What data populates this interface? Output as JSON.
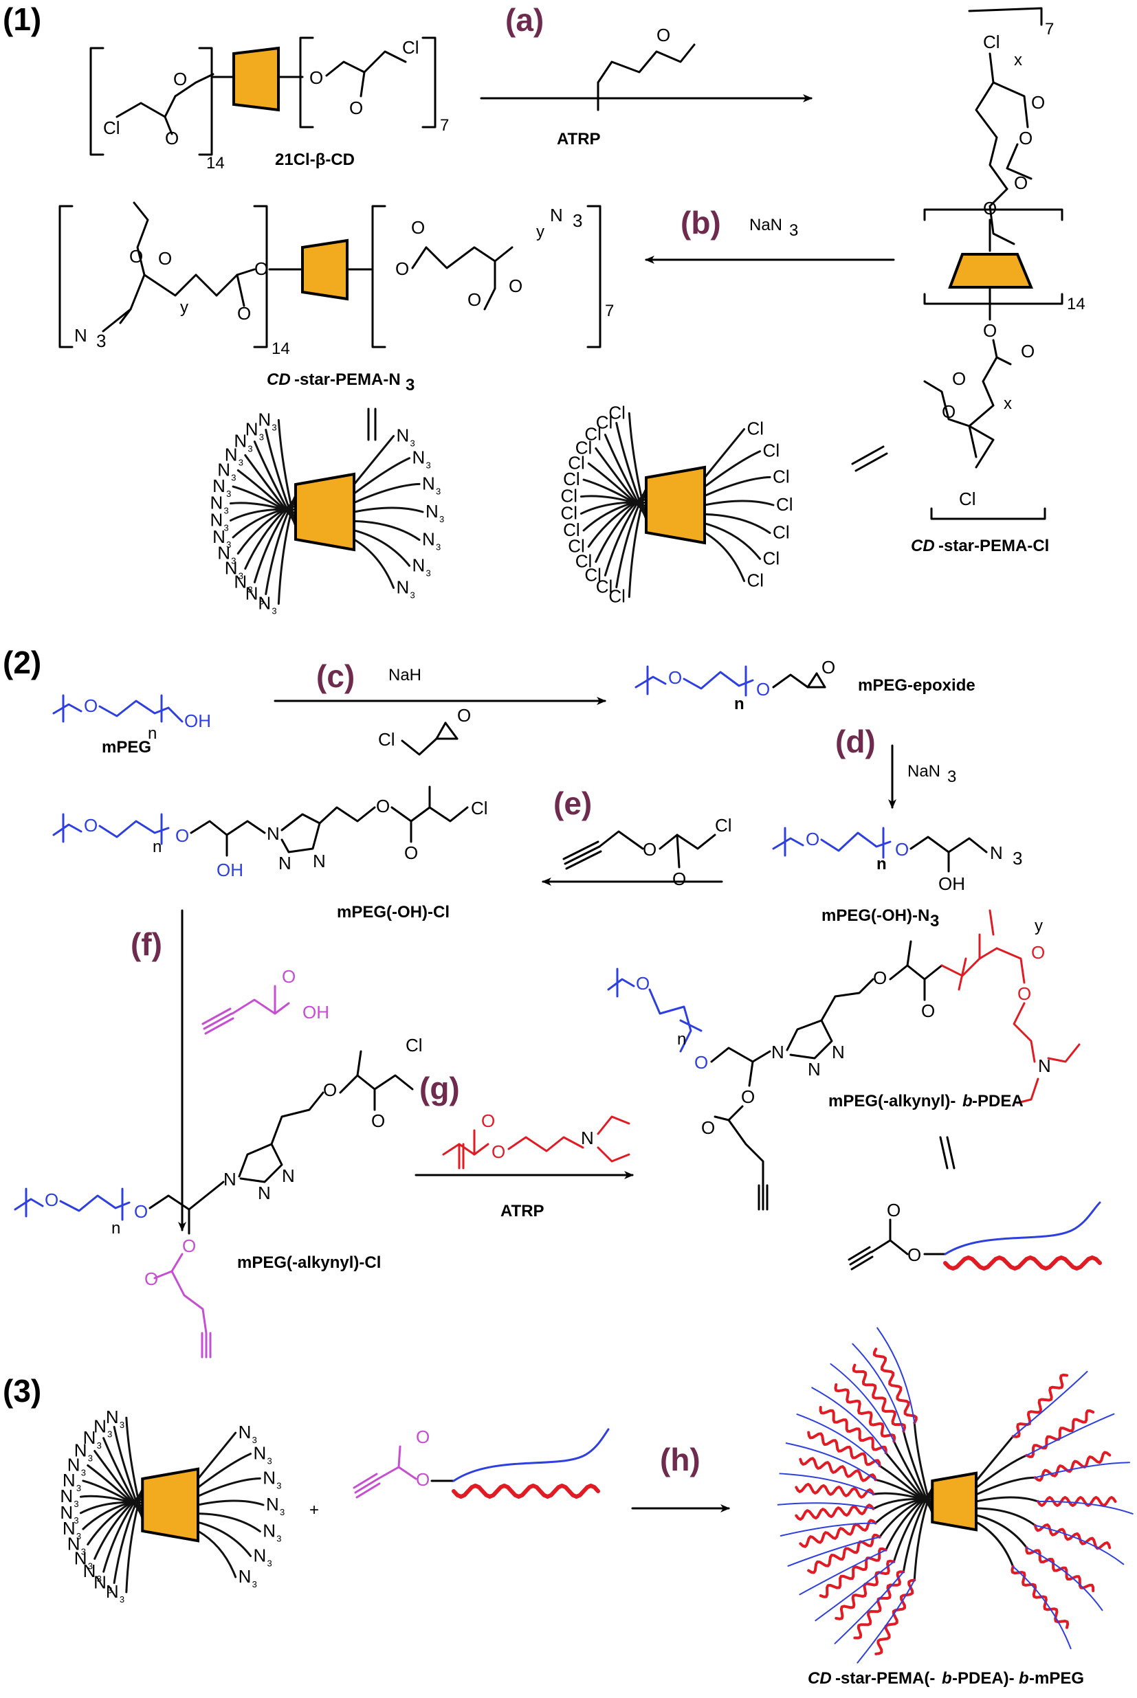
{
  "sections": [
    "(1)",
    "(2)",
    "(3)"
  ],
  "step_labels": [
    "(a)",
    "(b)",
    "(c)",
    "(d)",
    "(e)",
    "(f)",
    "(g)",
    "(h)"
  ],
  "reagents": {
    "atrp": "ATRP",
    "nah": "NaH",
    "nan3": "NaN",
    "nan3_sub": "3"
  },
  "compounds": {
    "cd_initiator": "21Cl-β-CD",
    "cd_star_n3_prefix": "CD",
    "cd_star_n3_rest": "-star-PEMA-N",
    "cd_star_n3_sub": "3",
    "cd_star_cl_prefix": "CD",
    "cd_star_cl_rest": "-star-PEMA-Cl",
    "mpeg": "mPEG",
    "mpeg_epoxide": "mPEG-epoxide",
    "mpeg_oh_n3": "mPEG(-OH)-N",
    "mpeg_oh_n3_sub": "3",
    "mpeg_oh_cl": "mPEG(-OH)-Cl",
    "mpeg_alkynyl_cl": "mPEG(-alkynyl)-Cl",
    "block_pre": "mPEG(-alkynyl)-",
    "block_b": "b",
    "block_post": "-PDEA",
    "final_cd": "CD",
    "final_mid": "-star-PEMA(-",
    "final_b1": "b",
    "final_mid2": "-PDEA)-",
    "final_b2": "b",
    "final_end": "-mPEG"
  },
  "atoms": {
    "cl": "Cl",
    "o": "O",
    "oh": "OH",
    "n": "N",
    "n3": "N",
    "n3_sub": "3",
    "repeat_n": "n",
    "repeat_x": "x",
    "repeat_y": "y",
    "sub14": "14",
    "sub7": "7",
    "plus": "+",
    "equals": "||"
  },
  "colors": {
    "step_label": "#6e2b4e",
    "peg_blue": "#2e3fe0",
    "pdea_red": "#e01b24",
    "alkyne_magenta": "#c64fd1",
    "cd_core_orange": "#f2ab1f"
  }
}
